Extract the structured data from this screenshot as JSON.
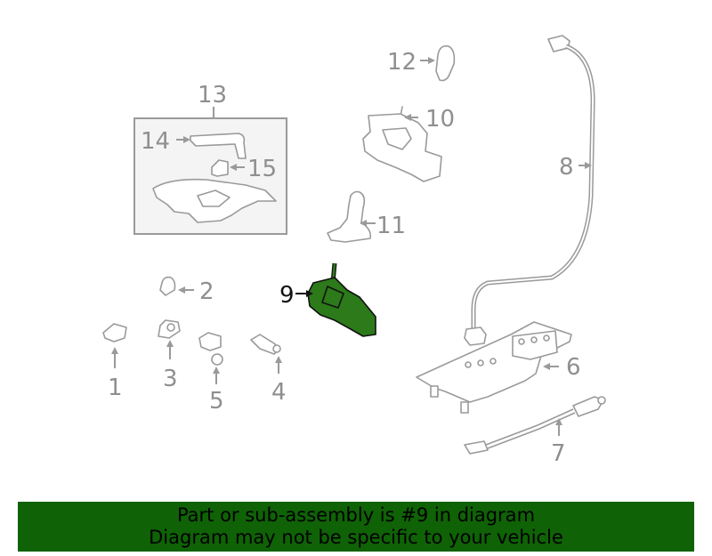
{
  "diagram": {
    "callouts": {
      "c1": "1",
      "c2": "2",
      "c3": "3",
      "c4": "4",
      "c5": "5",
      "c6": "6",
      "c7": "7",
      "c8": "8",
      "c9": "9",
      "c10": "10",
      "c11": "11",
      "c12": "12",
      "c13": "13",
      "c14": "14",
      "c15": "15"
    },
    "highlighted_part": "9",
    "highlight_color": "#2c7a1a"
  },
  "banner": {
    "line1": "Part or sub-assembly is #9 in diagram",
    "line2": "Diagram may not be specific to your vehicle",
    "background": "#0f6206"
  }
}
